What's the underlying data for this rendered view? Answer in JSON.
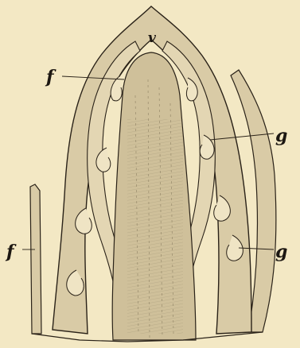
{
  "figure": {
    "labels": {
      "v": "v",
      "f_upper": "f",
      "f_lower": "f",
      "g_upper": "g",
      "g_lower": "g"
    },
    "colors": {
      "paper": "#f3e8c4",
      "tissue": "#d9cba6",
      "tissue_dark": "#b9aa85",
      "ink": "#2a2218"
    }
  }
}
